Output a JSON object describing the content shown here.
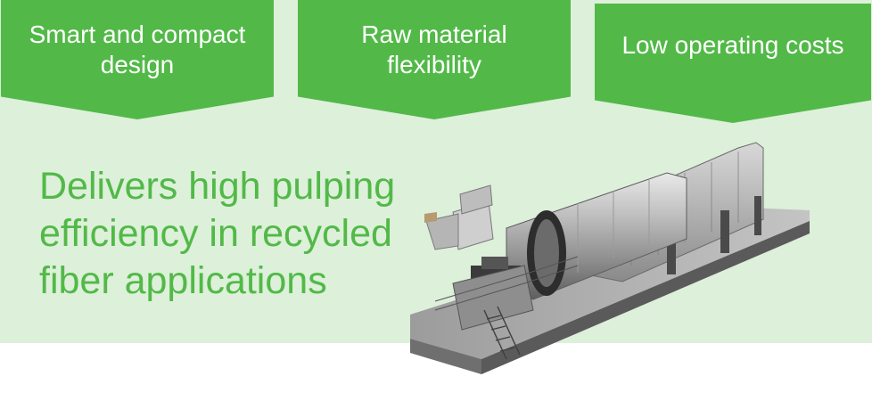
{
  "features": [
    {
      "label": "Smart and compact\ndesign"
    },
    {
      "label": "Raw material\nflexibility"
    },
    {
      "label": "Low operating costs"
    }
  ],
  "headline": "Delivers high pulping\nefficiency in recycled\nfiber applications",
  "colors": {
    "accent_green": "#52b948",
    "panel_green": "#ddf0da",
    "text_on_accent": "#ffffff"
  },
  "image": {
    "subject": "pulping-drum-machine-render"
  }
}
